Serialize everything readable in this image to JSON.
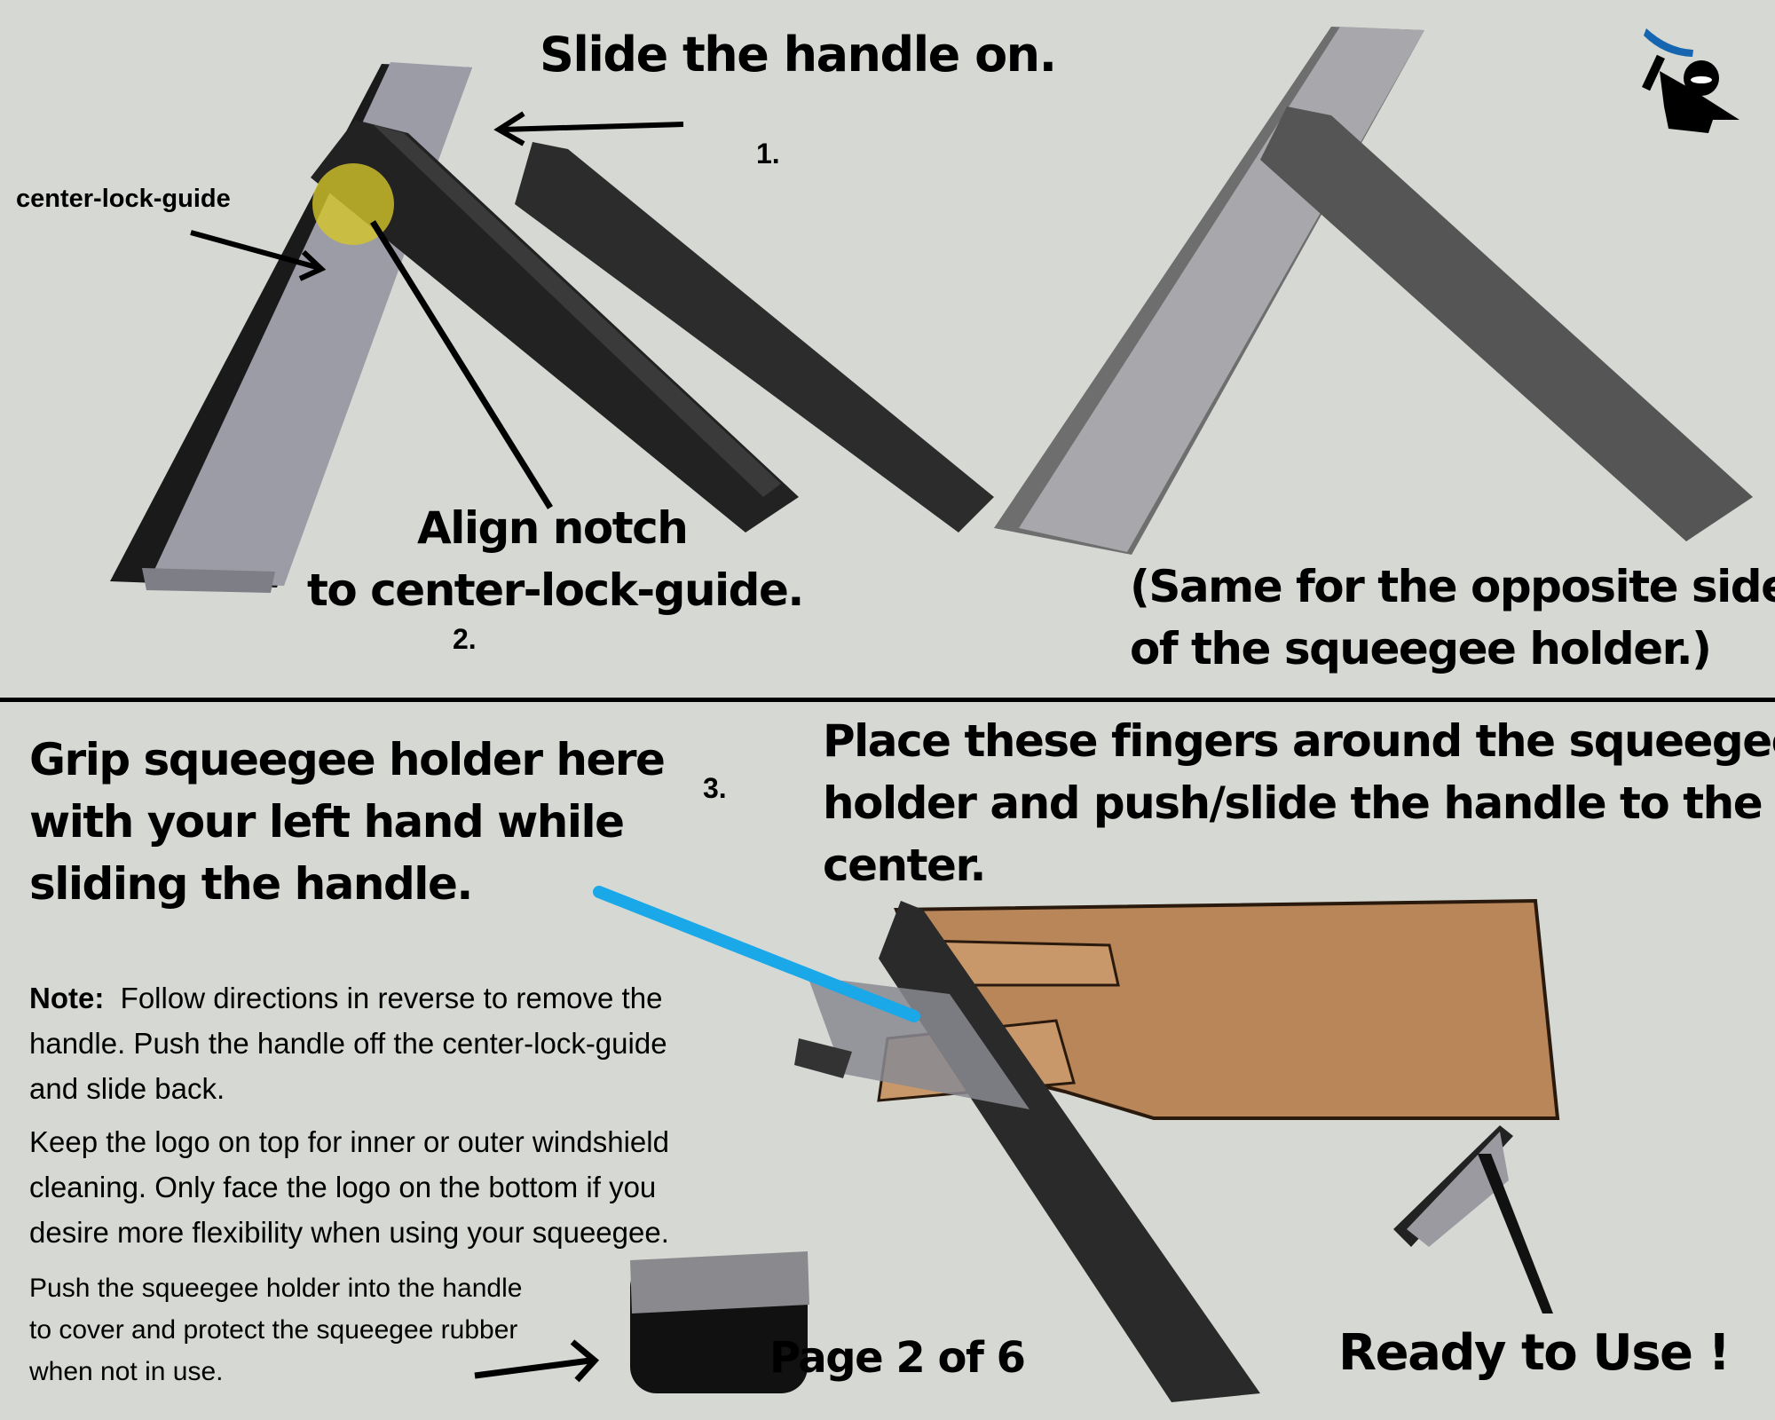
{
  "top": {
    "title": "Slide the handle on.",
    "step1": "1.",
    "callout_label": "center-lock-guide",
    "align_line1": "Align notch",
    "align_line2": "to center-lock-guide.",
    "step2": "2.",
    "same_line1": "(Same for the opposite side",
    "same_line2": "of the squeegee holder.)"
  },
  "bottom": {
    "grip_line1": "Grip squeegee holder here",
    "grip_line2": "with your left hand while",
    "grip_line3": "sliding the handle.",
    "step3": "3.",
    "place_line1": "Place these fingers around the squeegee",
    "place_line2": "holder and push/slide the handle to the",
    "place_line3": "center.",
    "note_label": "Note:",
    "note_line1": "Follow directions in reverse to remove the",
    "note_line2": "handle.  Push the handle off the center-lock-guide",
    "note_line3": "and slide back.",
    "keep_line1": "Keep the logo on top for inner or outer windshield",
    "keep_line2": "cleaning. Only face the logo on the bottom if you",
    "keep_line3": "desire more flexibility when using your squeegee.",
    "push_line1": "Push the squeegee holder into the handle",
    "push_line2": "to cover and protect the squeegee rubber",
    "push_line3": "when not  in use.",
    "page": "Page 2 of 6",
    "ready": "Ready to Use !"
  },
  "colors": {
    "background": "#d6d9d3",
    "highlight": "#d4c62a",
    "pointer": "#1aa8e8",
    "logo_blue": "#1565b0"
  }
}
